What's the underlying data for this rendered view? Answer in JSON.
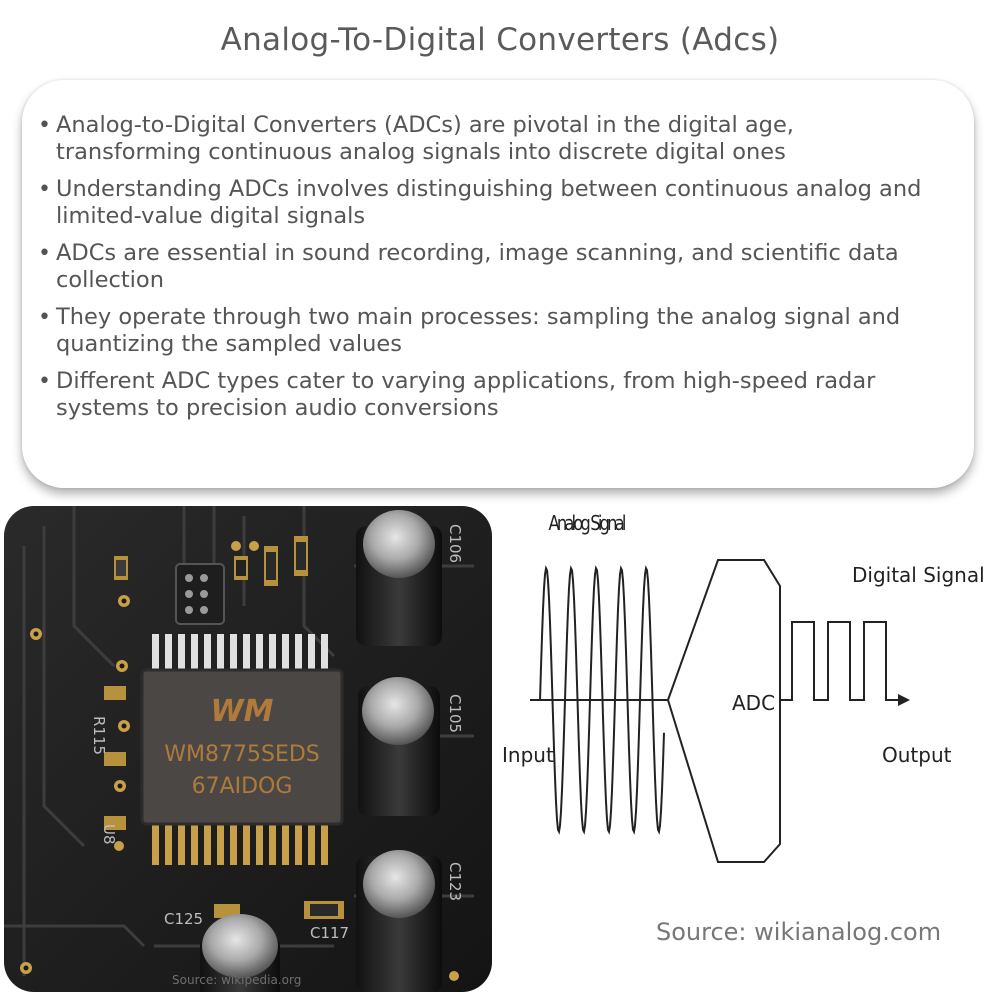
{
  "page": {
    "title": "Analog-To-Digital Converters (Adcs)"
  },
  "summary": {
    "bullets": [
      "Analog-to-Digital Converters (ADCs) are pivotal in the digital age, transforming continuous analog signals into discrete digital ones",
      "Understanding ADCs involves distinguishing between continuous analog and limited-value digital signals",
      "ADCs are essential in sound recording, image scanning, and scientific data collection",
      "They operate through two main processes: sampling the analog signal and quantizing the sampled values",
      "Different ADC types cater to varying applications, from high-speed radar systems to precision audio conversions"
    ]
  },
  "photo": {
    "chip_brand": "WM",
    "chip_line1": "WM8775SEDS",
    "chip_line2": "67AIDOG",
    "silk_labels": [
      "C106",
      "C105",
      "C123",
      "R115",
      "U8",
      "C125",
      "C117"
    ],
    "source": "Source: wikipedia.org"
  },
  "diagram": {
    "analog_label": "Analog Signal",
    "digital_label": "Digital Signal",
    "adc_label": "ADC",
    "input_label": "Input",
    "output_label": "Output",
    "source": "Source: wikianalog.com"
  }
}
